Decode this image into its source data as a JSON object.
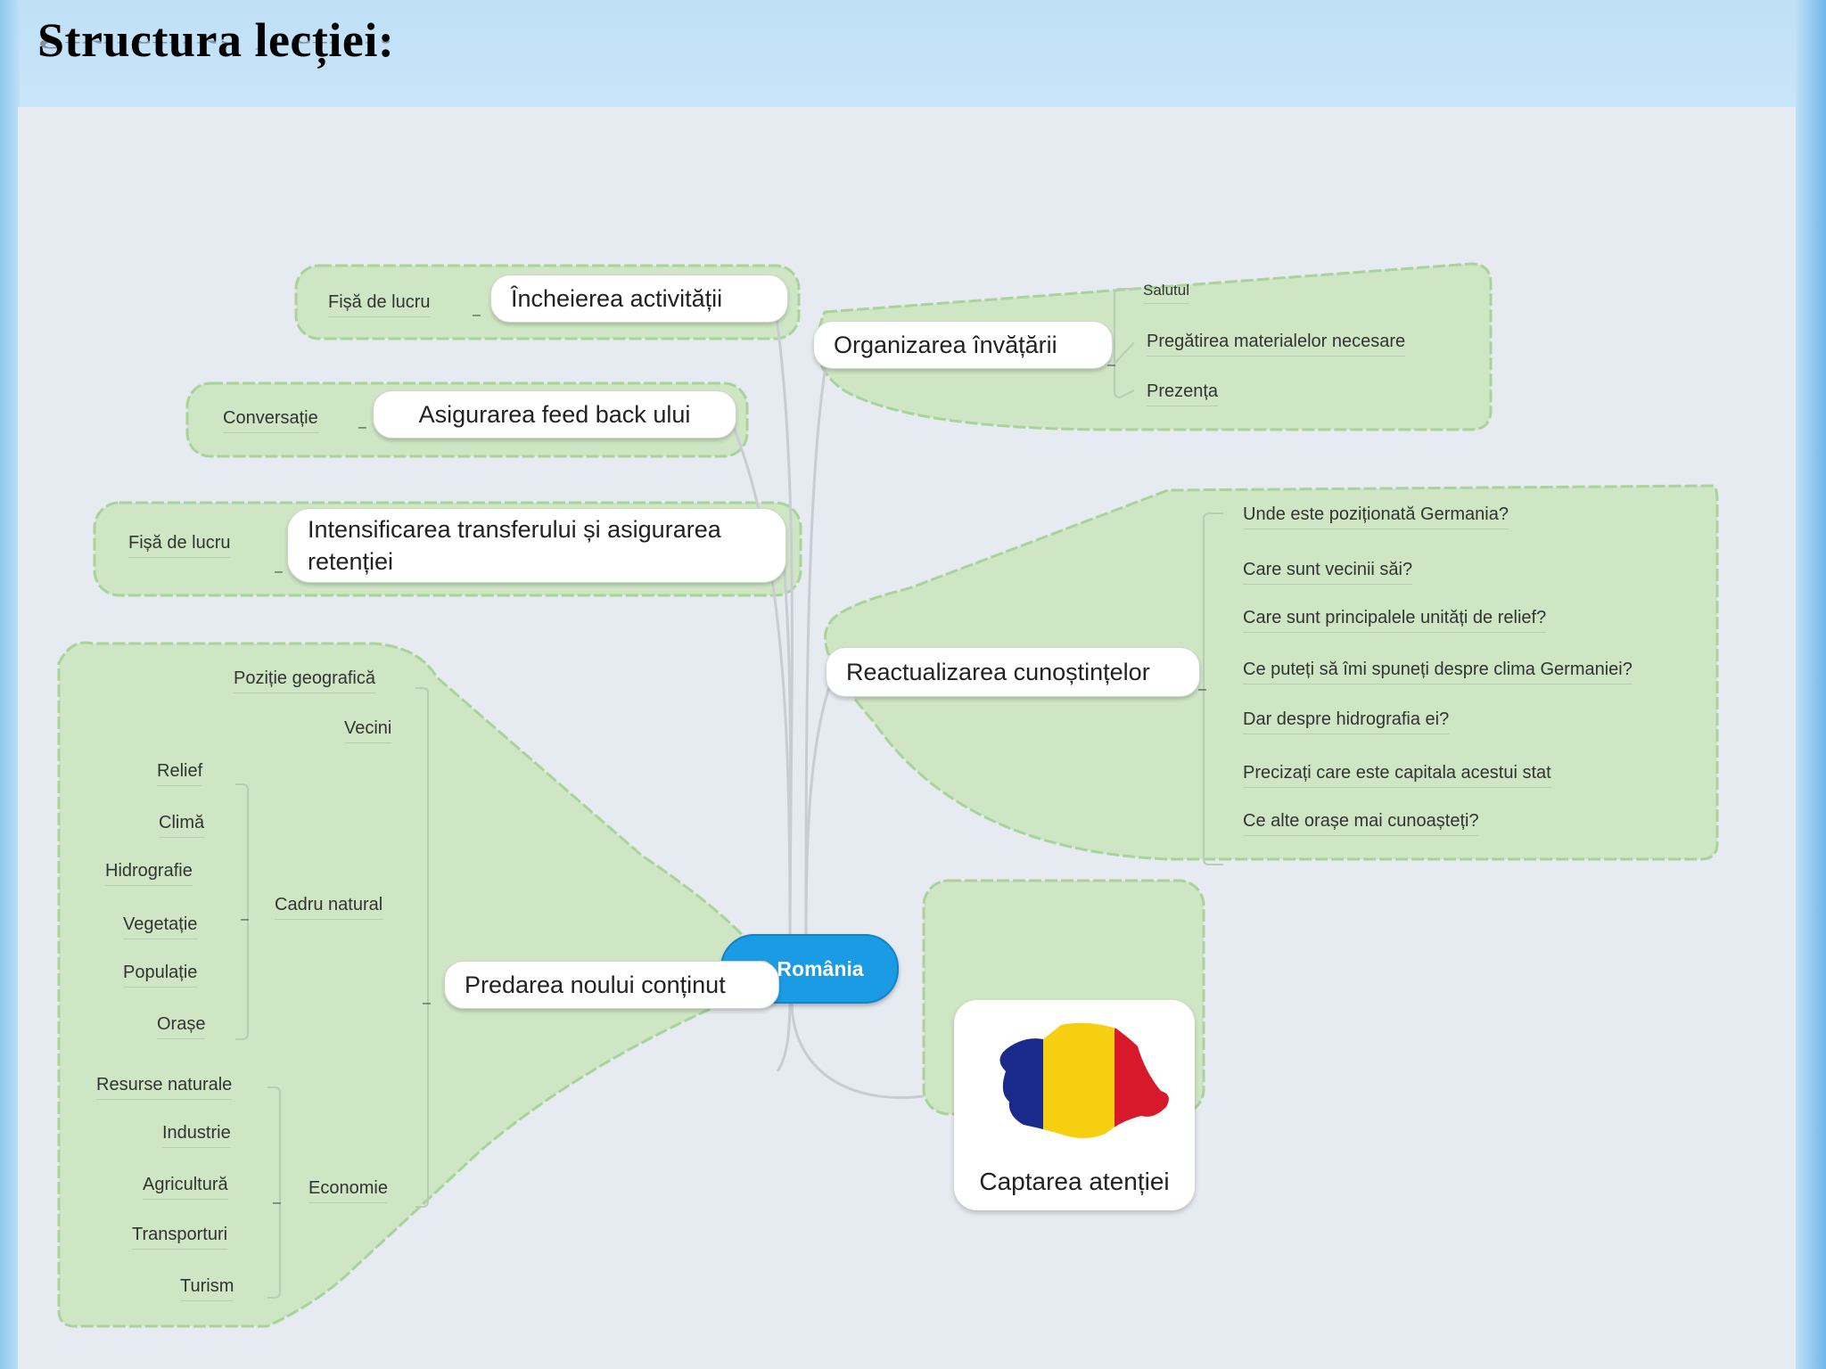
{
  "slide": {
    "title": "Structura lecției:"
  },
  "central_topic": {
    "label": "România"
  },
  "branches": {
    "incheierea": {
      "title": "Încheierea activității",
      "items": [
        "Fișă de lucru"
      ]
    },
    "feedback": {
      "title": "Asigurarea feed back ului",
      "items": [
        "Conversație"
      ]
    },
    "transfer": {
      "title": "Intensificarea transferului și asigurarea retenției",
      "items": [
        "Fișă de lucru"
      ]
    },
    "organizarea": {
      "title": "Organizarea învățării",
      "items": [
        "Salutul",
        "Pregătirea materialelor necesare",
        "Prezența"
      ]
    },
    "reactualizarea": {
      "title": "Reactualizarea cunoștințelor",
      "items": [
        "Unde este poziționată Germania?",
        "Care sunt vecinii săi?",
        "Care sunt principalele unități de relief?",
        "Ce puteți să îmi spuneți despre clima Germaniei?",
        "Dar despre hidrografia ei?",
        "Precizați care este capitala acestui stat",
        "Ce alte orașe mai cunoașteți?"
      ]
    },
    "captarea": {
      "title": "Captarea atenției",
      "image": "romania-flag-map-icon"
    },
    "predarea": {
      "title": "Predarea noului conținut",
      "items": [
        "Poziție geografică",
        "Vecini",
        "Cadru natural",
        "Economie"
      ],
      "cadru_natural": [
        "Relief",
        "Climă",
        "Hidrografie",
        "Vegetație",
        "Populație",
        "Orașe"
      ],
      "economie": [
        "Resurse naturale",
        "Industrie",
        "Agricultură",
        "Transporturi",
        "Turism"
      ]
    }
  },
  "colors": {
    "boundary_fill": "#cfe6c4",
    "boundary_stroke": "#a8d39a",
    "central_fill": "#1a9be4",
    "connector": "#c9ccd3",
    "flag_blue": "#1a2a8c",
    "flag_yellow": "#f5cf10",
    "flag_red": "#d8192c"
  }
}
